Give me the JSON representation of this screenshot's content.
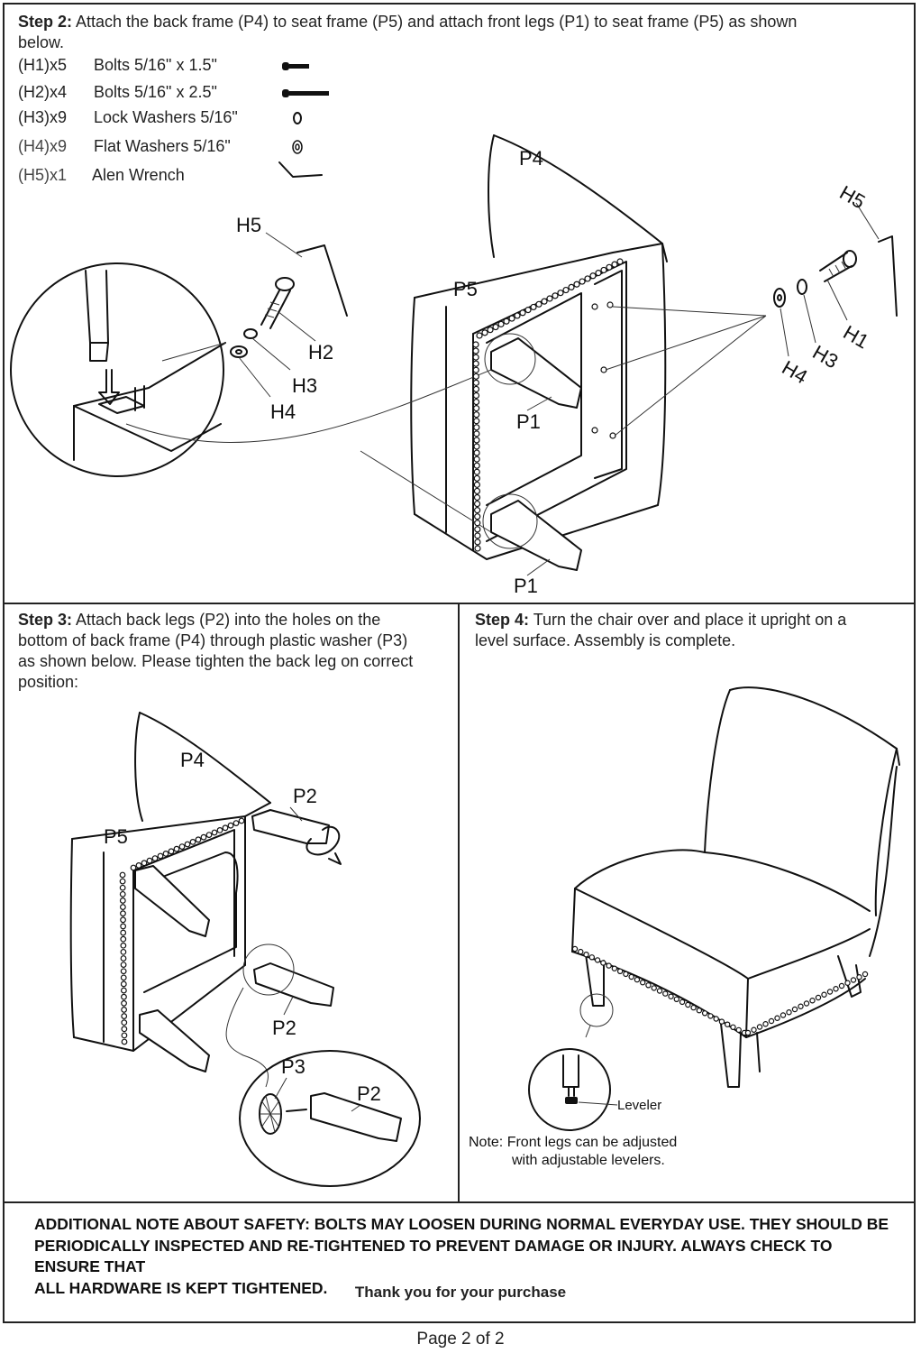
{
  "step2": {
    "label": "Step 2:",
    "text_line1": "Attach the back frame (P4) to seat frame (P5) and attach front legs (P1) to seat frame (P5)  as shown",
    "text_line2": "below.",
    "parts": [
      {
        "qty": "(H1)x5",
        "desc": "Bolts  5/16\" x 1.5\"",
        "icon": "short-bolt-icon"
      },
      {
        "qty": "(H2)x4",
        "desc": "Bolts  5/16\" x 2.5\"",
        "icon": "long-bolt-icon"
      },
      {
        "qty": "(H3)x9",
        "desc": "Lock Washers 5/16\"",
        "icon": "lock-washer-icon"
      },
      {
        "qty": "(H4)x9",
        "desc": "Flat Washers 5/16\"",
        "icon": "flat-washer-icon"
      },
      {
        "qty": "(H5)x1",
        "desc": "Alen Wrench",
        "icon": "allen-wrench-icon"
      }
    ],
    "callouts": {
      "p4": "P4",
      "p5": "P5",
      "p1_top": "P1",
      "p1_bottom": "P1",
      "h5_left": "H5",
      "h2": "H2",
      "h3_left": "H3",
      "h4_left": "H4",
      "h5_right": "H5",
      "h1": "H1",
      "h3_right": "H3",
      "h4_right": "H4"
    }
  },
  "step3": {
    "label": "Step 3:",
    "lines": [
      "Attach back legs (P2) into the holes on the",
      "bottom of back frame (P4) through plastic washer (P3)",
      "as shown below. Please tighten the back leg on correct",
      "position:"
    ],
    "callouts": {
      "p4": "P4",
      "p5": "P5",
      "p2_top": "P2",
      "p2_mid": "P2",
      "p3": "P3",
      "p2_detail": "P2"
    }
  },
  "step4": {
    "label": "Step 4:",
    "lines": [
      "Turn the chair over and place it upright on a",
      "level surface. Assembly is complete."
    ],
    "leveler_label": "Leveler",
    "note_lines": [
      "Note: Front legs can be adjusted",
      "with adjustable levelers."
    ]
  },
  "safety_lines": [
    "ADDITIONAL NOTE ABOUT SAFETY: BOLTS MAY LOOSEN DURING NORMAL EVERYDAY USE.  THEY SHOULD BE",
    "PERIODICALLY INSPECTED AND RE-TIGHTENED TO PREVENT DAMAGE OR INJURY.  ALWAYS CHECK TO ENSURE THAT",
    "ALL HARDWARE IS KEPT TIGHTENED."
  ],
  "thanks": "Thank you for your purchase",
  "footer": "Page 2 of 2"
}
